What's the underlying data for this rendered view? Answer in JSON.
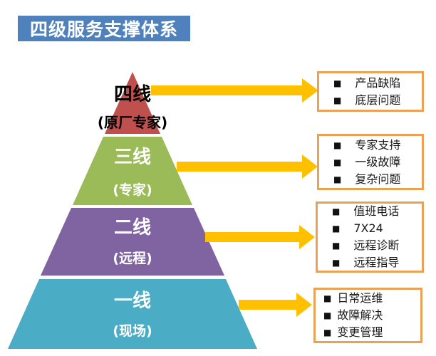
{
  "title": {
    "text": "四级服务支撑体系"
  },
  "colors": {
    "banner_bg": "#4F81BD",
    "banner_text": "#FFFFFF",
    "arrow": "#FFC000",
    "box_border": "#E9A254",
    "box_bg": "#FFFFFF",
    "bullet": "#111111"
  },
  "icons": {
    "bullet": "■"
  },
  "pyramid": {
    "levels": [
      {
        "name": "四线",
        "sub": "(原厂专家)",
        "color": "#C0504D",
        "text_color": "#000000"
      },
      {
        "name": "三线",
        "sub": "(专家)",
        "color": "#9BBB59",
        "text_color": "#FFFFFF"
      },
      {
        "name": "二线",
        "sub": "(远程)",
        "color": "#8064A2",
        "text_color": "#FFFFFF"
      },
      {
        "name": "一线",
        "sub": "(现场)",
        "color": "#4BACC6",
        "text_color": "#FFFFFF"
      }
    ]
  },
  "boxes": [
    {
      "items": [
        "产品缺陷",
        "底层问题"
      ]
    },
    {
      "items": [
        "专家支持",
        "一级故障",
        "复杂问题"
      ]
    },
    {
      "items": [
        "值班电话",
        "7X24",
        "远程诊断",
        "远程指导"
      ]
    },
    {
      "items": [
        "日常运维",
        "故障解决",
        "变更管理"
      ]
    }
  ]
}
